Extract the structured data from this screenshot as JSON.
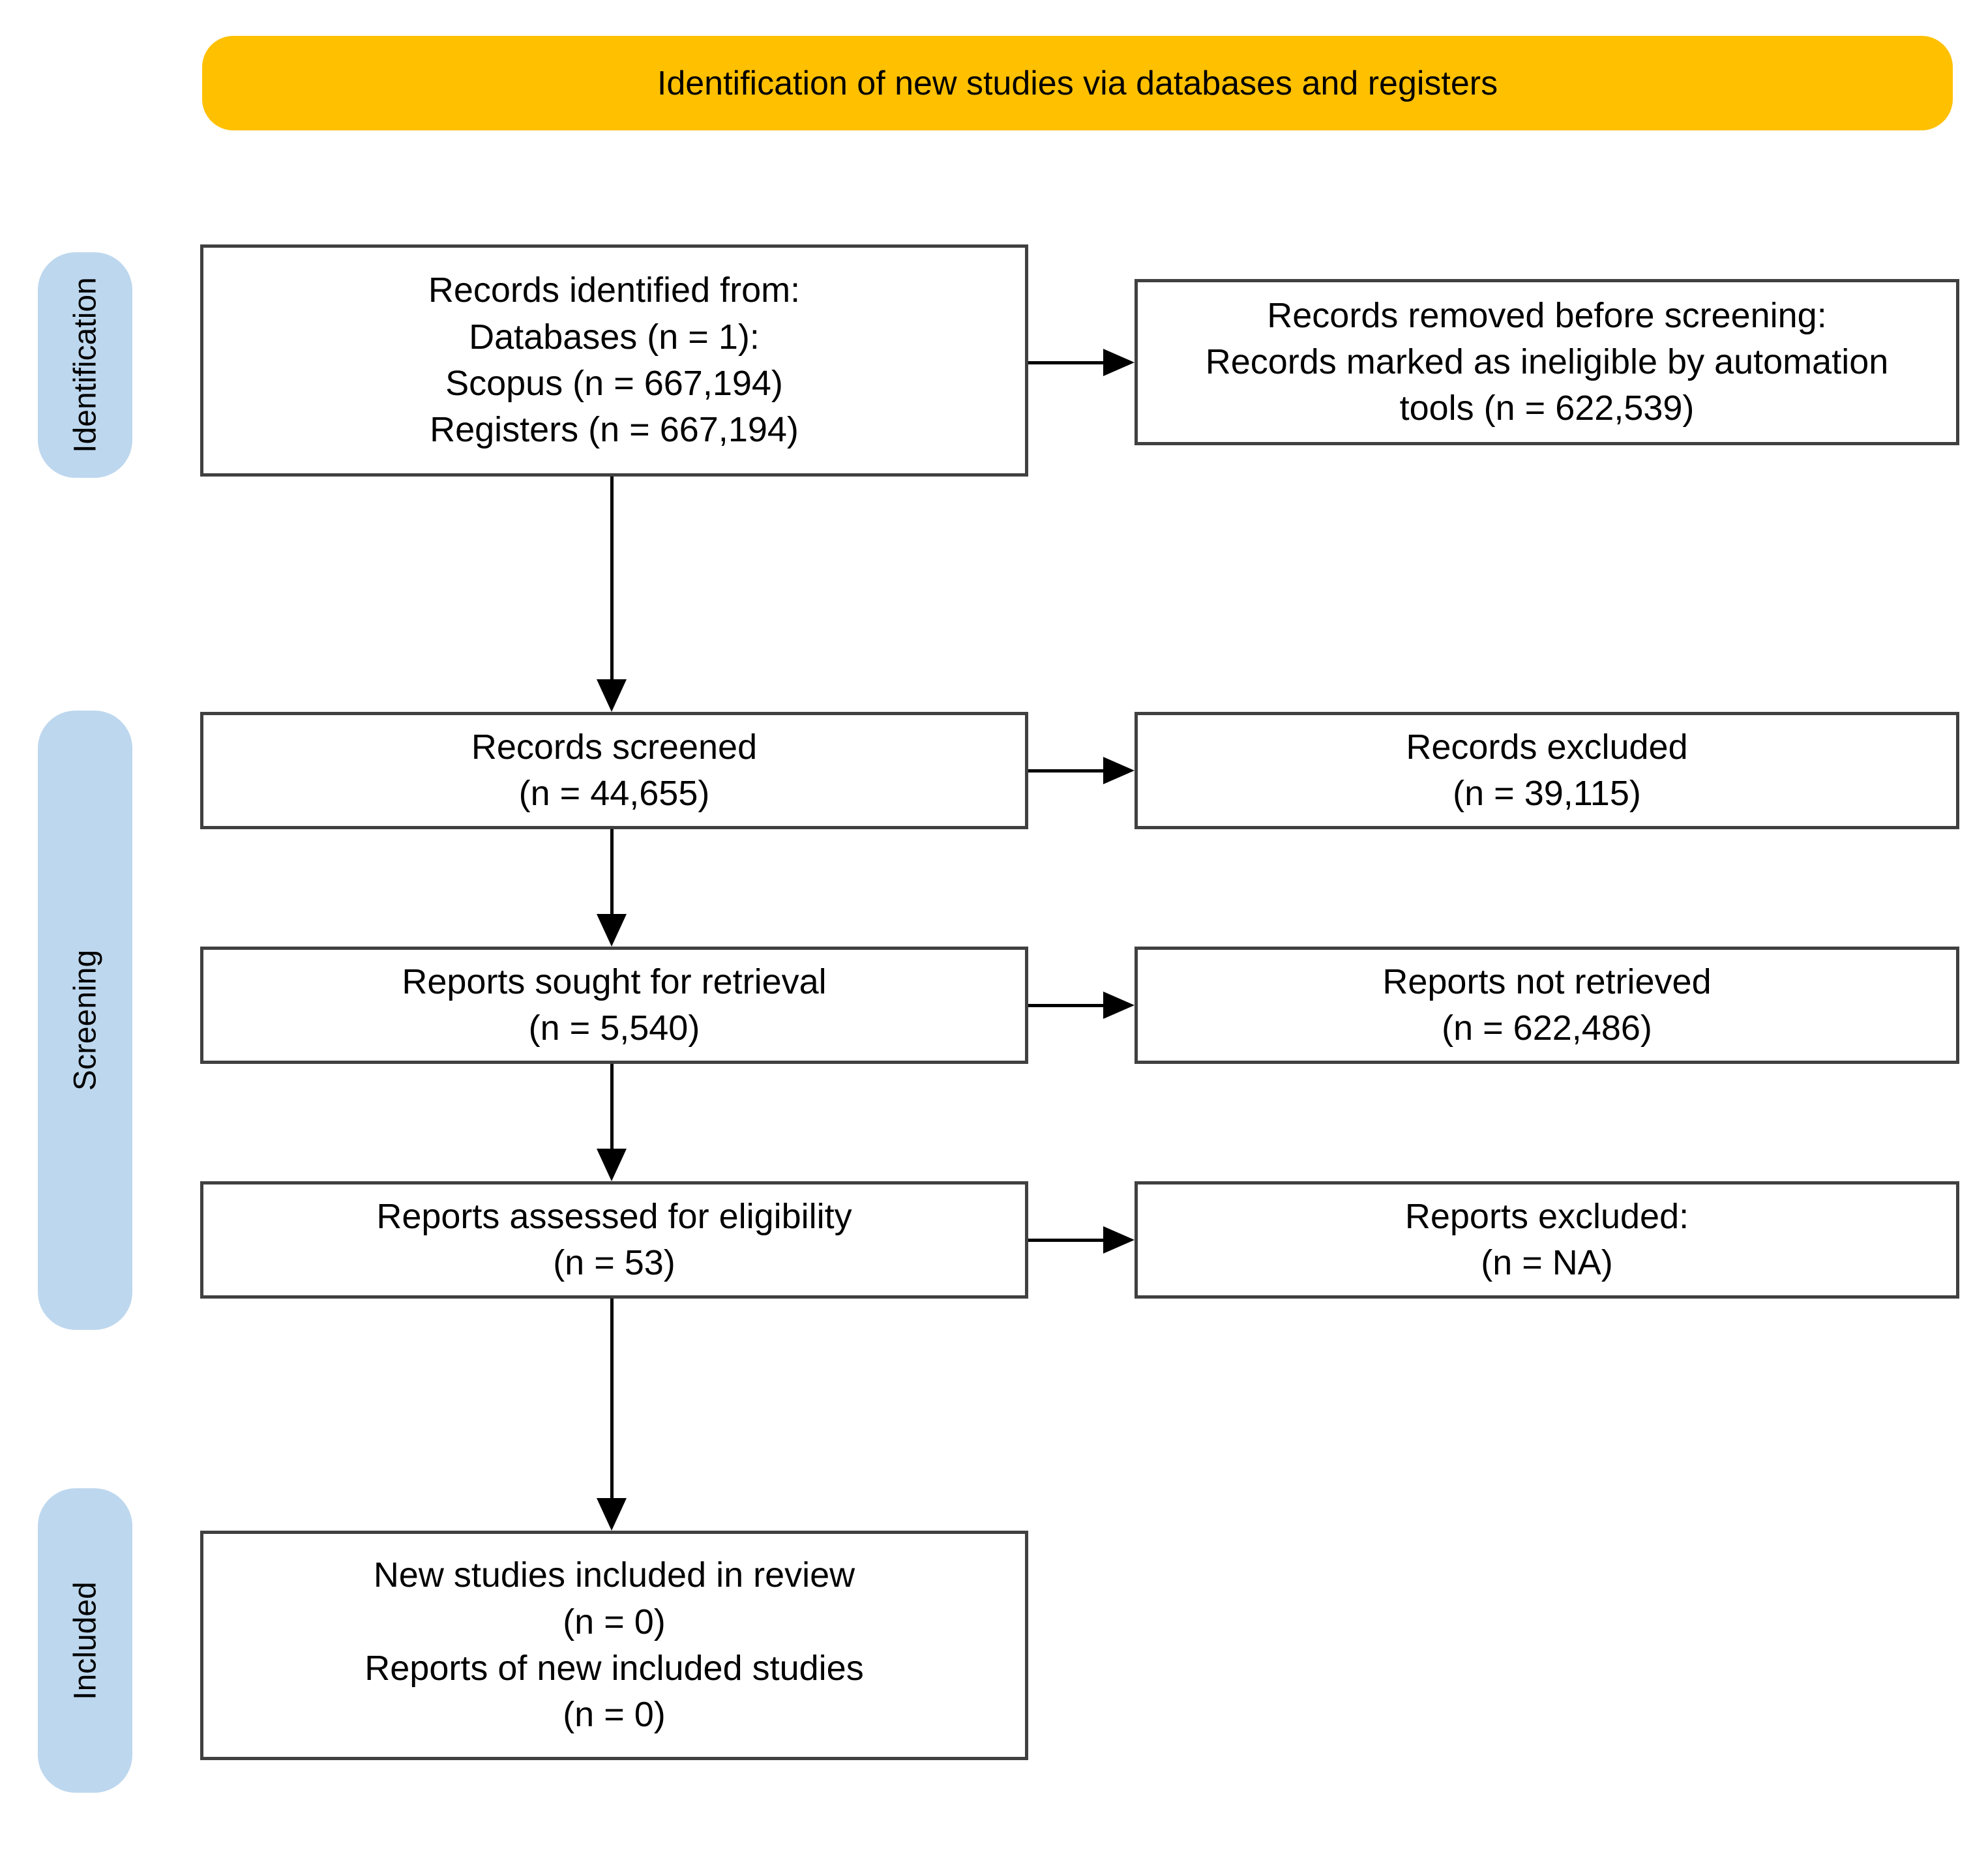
{
  "header": {
    "title": "Identification of new studies via databases and registers"
  },
  "sidebar": {
    "items": [
      {
        "label": "Identification"
      },
      {
        "label": "Screening"
      },
      {
        "label": "Included"
      }
    ]
  },
  "boxes": {
    "records_identified": {
      "lines": [
        "Records identified from:",
        "Databases (n = 1):",
        "Scopus (n = 667,194)",
        "Registers (n = 667,194)"
      ]
    },
    "records_removed": {
      "lines": [
        "Records removed before screening:",
        "Records marked as ineligible by automation",
        "tools (n = 622,539)"
      ]
    },
    "records_screened": {
      "lines": [
        "Records screened",
        "(n = 44,655)"
      ]
    },
    "records_excluded": {
      "lines": [
        "Records excluded",
        "(n = 39,115)"
      ]
    },
    "reports_sought": {
      "lines": [
        "Reports sought for retrieval",
        "(n = 5,540)"
      ]
    },
    "reports_not_retrieved": {
      "lines": [
        "Reports not retrieved",
        "(n = 622,486)"
      ]
    },
    "reports_assessed": {
      "lines": [
        "Reports assessed for eligibility",
        "(n = 53)"
      ]
    },
    "reports_excluded": {
      "lines": [
        "Reports excluded:",
        "(n = NA)"
      ]
    },
    "studies_included": {
      "lines": [
        "New studies included in review",
        "(n = 0)",
        "Reports of new included studies",
        "(n = 0)"
      ]
    }
  },
  "colors": {
    "banner_background": "#FFC000",
    "stage_pill_background": "#BDD7EE",
    "box_border": "#404040",
    "arrow": "#000000",
    "text": "#000000",
    "page_background": "#FFFFFF"
  }
}
